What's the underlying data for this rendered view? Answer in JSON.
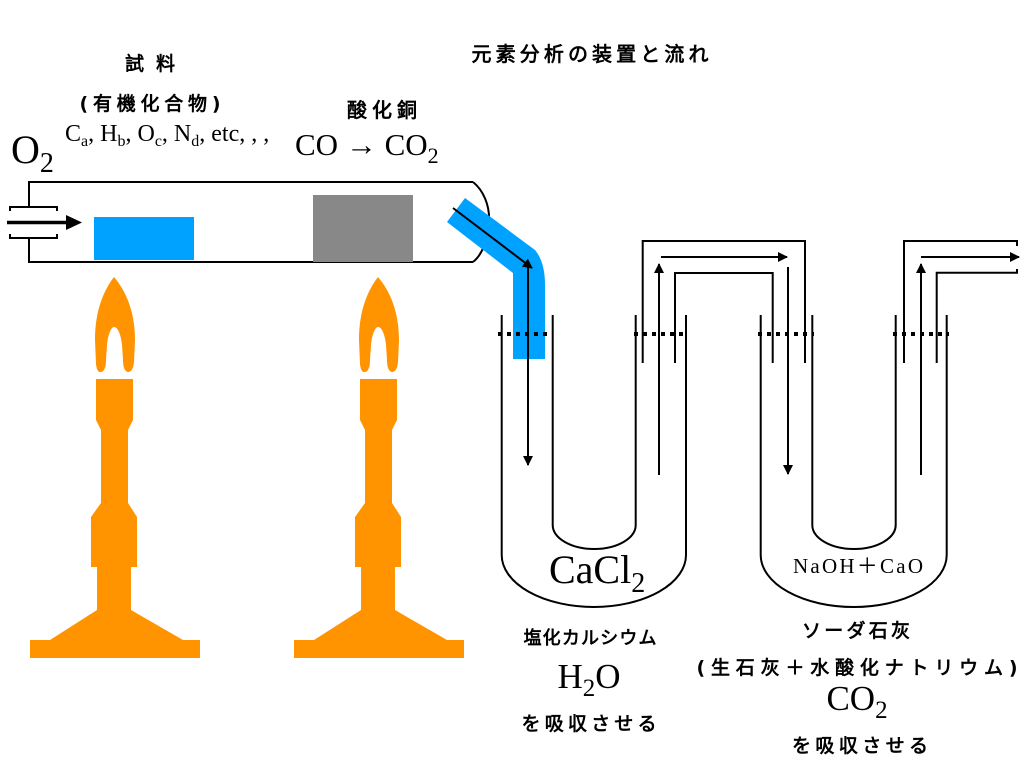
{
  "title": "元素分析の装置と流れ",
  "sample": {
    "label": "試料",
    "sublabel": "(有機化合物)",
    "formula": [
      {
        "t": "C",
        "s": "a"
      },
      {
        "t": ", H",
        "s": "b"
      },
      {
        "t": ", O",
        "s": "c"
      },
      {
        "t": ", N",
        "s": "d"
      },
      {
        "t": ", etc, , ,",
        "s": ""
      }
    ]
  },
  "oxygen": {
    "base": "O",
    "sub": "2"
  },
  "catalyst": {
    "label": "酸化銅",
    "reaction": {
      "from": "CO",
      "arrow": " → ",
      "to_base": "CO",
      "to_sub": "2"
    }
  },
  "absorber_1": {
    "reagent": {
      "base": "CaCl",
      "sub": "2"
    },
    "name": "塩化カルシウム",
    "absorbs": {
      "base": "H",
      "sub": "2",
      "tail": "O"
    },
    "action": "を吸収させる"
  },
  "absorber_2": {
    "reagent": "NaOH＋CaO",
    "name": "ソーダ石灰",
    "detail": "(生石灰＋水酸化ナトリウム)",
    "absorbs": {
      "base": "CO",
      "sub": "2"
    },
    "action": "を吸収させる"
  },
  "colors": {
    "burner": "#FF9300",
    "sample": "#00A2FF",
    "copper_oxide": "#888888",
    "outlet_tube": "#00A2FF",
    "h2o_text": "#1E4FFF",
    "co2_text": "#FF9300"
  }
}
